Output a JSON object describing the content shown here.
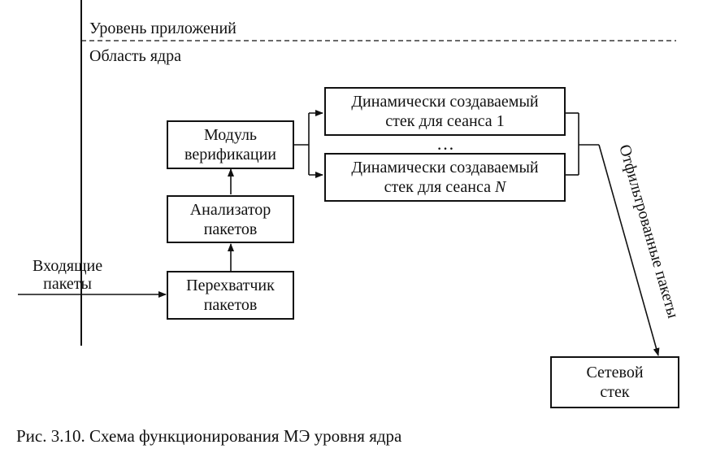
{
  "levels": {
    "app": "Уровень приложений",
    "kernel": "Область ядра"
  },
  "input": {
    "line1": "Входящие",
    "line2": "пакеты"
  },
  "boxes": {
    "interceptor": {
      "line1": "Перехватчик",
      "line2": "пакетов"
    },
    "analyzer": {
      "line1": "Анализатор",
      "line2": "пакетов"
    },
    "verifier": {
      "line1": "Модуль",
      "line2": "верификации"
    },
    "stack1": {
      "line1": "Динамически создаваемый",
      "line2_text": "стек для сеанса",
      "line2_var": "1"
    },
    "stackN": {
      "line1": "Динамически создаваемый",
      "line2_text": "стек для сеанса",
      "line2_var": "N"
    },
    "net": {
      "line1": "Сетевой",
      "line2": "стек"
    }
  },
  "ellipsis": "…",
  "filtered": "Отфильтрованные пакеты",
  "caption": {
    "prefix": "Рис. 3.10.",
    "text": "Схема функционирования МЭ уровня ядра"
  }
}
